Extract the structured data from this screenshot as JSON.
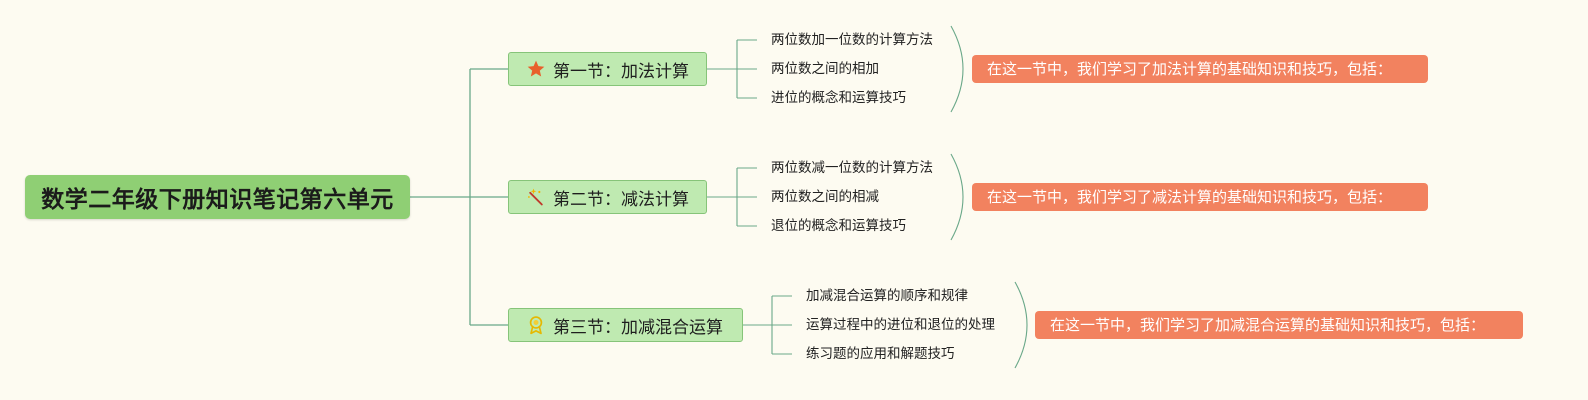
{
  "title": "数学二年级下册知识笔记第六单元",
  "sections": [
    {
      "label": "第一节：加法计算",
      "icon": "star-icon",
      "items": [
        "两位数加一位数的计算方法",
        "两位数之间的相加",
        "进位的概念和运算技巧"
      ],
      "summary": "在这一节中，我们学习了加法计算的基础知识和技巧，包括："
    },
    {
      "label": "第二节：减法计算",
      "icon": "magic-wand-icon",
      "items": [
        "两位数减一位数的计算方法",
        "两位数之间的相减",
        "退位的概念和运算技巧"
      ],
      "summary": "在这一节中，我们学习了减法计算的基础知识和技巧，包括："
    },
    {
      "label": "第三节：加减混合运算",
      "icon": "award-medal-icon",
      "items": [
        "加减混合运算的顺序和规律",
        "运算过程中的进位和退位的处理",
        "练习题的应用和解题技巧"
      ],
      "summary": "在这一节中，我们学习了加减混合运算的基础知识和技巧，包括："
    }
  ],
  "colors": {
    "background": "#fdfbf1",
    "root_fill": "#8fcf74",
    "section_fill": "#bfeab1",
    "summary_fill": "#f2825f",
    "connector": "#6aa889"
  }
}
